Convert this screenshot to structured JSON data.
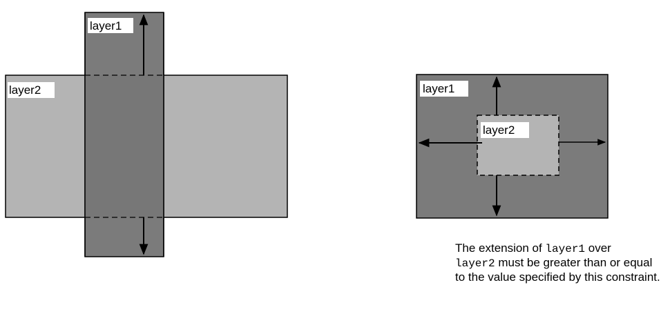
{
  "left_diagram": {
    "layer1_label": "layer1",
    "layer2_label": "layer2"
  },
  "right_diagram": {
    "layer1_label": "layer1",
    "layer2_label": "layer2"
  },
  "caption": {
    "part1": "The extension of ",
    "code1": "layer1",
    "part2": " over ",
    "code2": "layer2",
    "part3": " must be greater than or equal to the value specified by this constraint."
  },
  "colors": {
    "dark_layer": "#7b7b7b",
    "light_layer": "#b4b4b4",
    "overlap_layer": "#777777",
    "label_background": "#ffffff",
    "stroke": "#000000"
  }
}
